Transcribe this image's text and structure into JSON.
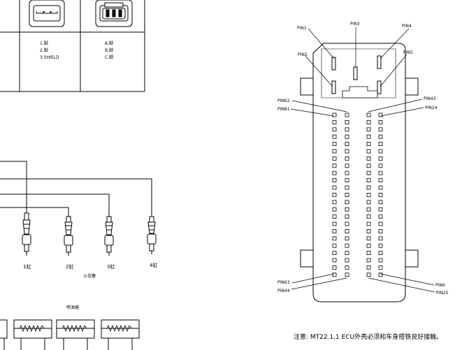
{
  "table": {
    "col1_pins": "1.脚\n2.脚\n3.SHIELD",
    "col2_pins": "A.脚\nB.脚\nC.脚"
  },
  "cylinders": {
    "labels": [
      "1缸",
      "2缸",
      "3缸",
      "4缸"
    ],
    "group_label": "火花塞"
  },
  "injectors": {
    "label": "喷油器"
  },
  "ecu": {
    "pins_top": [
      "PIN1",
      "PIN3",
      "PIN4"
    ],
    "pins_second": [
      "PIN2",
      "PIN5"
    ],
    "pins_left_top": [
      "PIN62",
      "PIN81"
    ],
    "pins_right_top": [
      "PIN43",
      "PIN24"
    ],
    "pins_left_bottom": [
      "PIN63",
      "PIN44"
    ],
    "pins_right_bottom": [
      "PIN6",
      "PIN25"
    ],
    "note": "注意: MT22.1.1 ECU外壳必须和车身搭铁良好接触。"
  }
}
